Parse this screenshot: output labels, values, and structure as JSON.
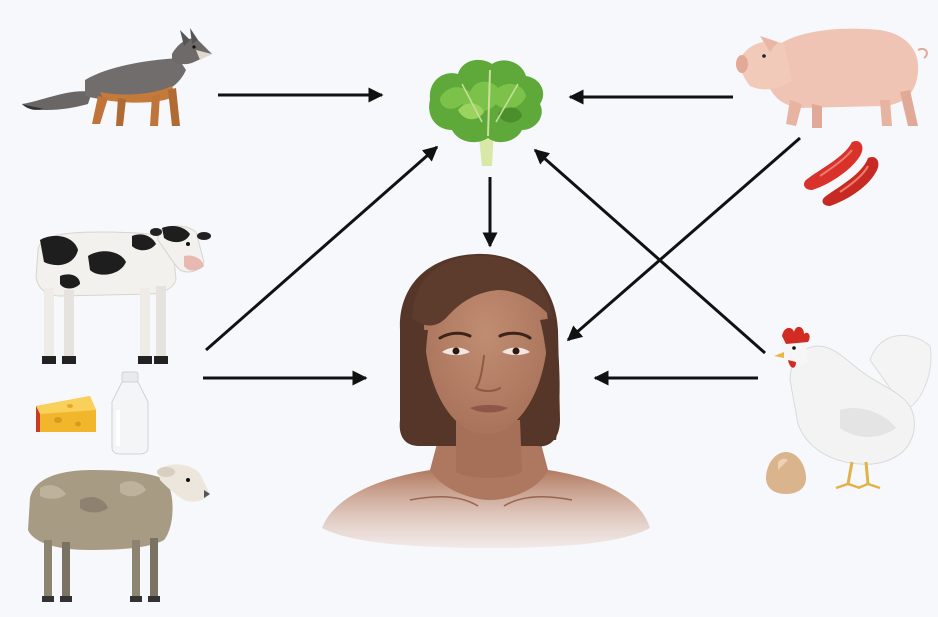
{
  "diagram": {
    "nodes": [
      {
        "id": "fox",
        "icon": "fox-icon",
        "kind": "wild animal"
      },
      {
        "id": "cow",
        "icon": "cow-icon",
        "kind": "livestock"
      },
      {
        "id": "cheese",
        "icon": "cheese-icon",
        "kind": "dairy product"
      },
      {
        "id": "milk",
        "icon": "milk-bottle-icon",
        "kind": "dairy product"
      },
      {
        "id": "sheep",
        "icon": "sheep-icon",
        "kind": "livestock"
      },
      {
        "id": "lettuce",
        "icon": "lettuce-icon",
        "kind": "produce"
      },
      {
        "id": "human",
        "icon": "woman-portrait",
        "kind": "human"
      },
      {
        "id": "pig",
        "icon": "pig-icon",
        "kind": "livestock"
      },
      {
        "id": "sausages",
        "icon": "sausage-icon",
        "kind": "meat product"
      },
      {
        "id": "chicken",
        "icon": "chicken-icon",
        "kind": "poultry"
      },
      {
        "id": "egg",
        "icon": "egg-icon",
        "kind": "poultry product"
      }
    ],
    "edges": [
      {
        "from": "fox",
        "to": "lettuce"
      },
      {
        "from": "pig",
        "to": "lettuce"
      },
      {
        "from": "lettuce",
        "to": "human"
      },
      {
        "from": "cow",
        "to": "lettuce"
      },
      {
        "from": "cow",
        "to": "human"
      },
      {
        "from": "pig",
        "to": "human"
      },
      {
        "from": "chicken",
        "to": "lettuce"
      },
      {
        "from": "chicken",
        "to": "human"
      }
    ],
    "colors": {
      "background": "#f7f8fb",
      "arrow": "#111111",
      "skin": "#b98268",
      "hair": "#5a3a2e",
      "lettuce": "#5fa83a",
      "pig": "#f0c4b4",
      "sausage": "#d8322a",
      "fox": "#6c6a6a",
      "sheep": "#a29680"
    }
  }
}
